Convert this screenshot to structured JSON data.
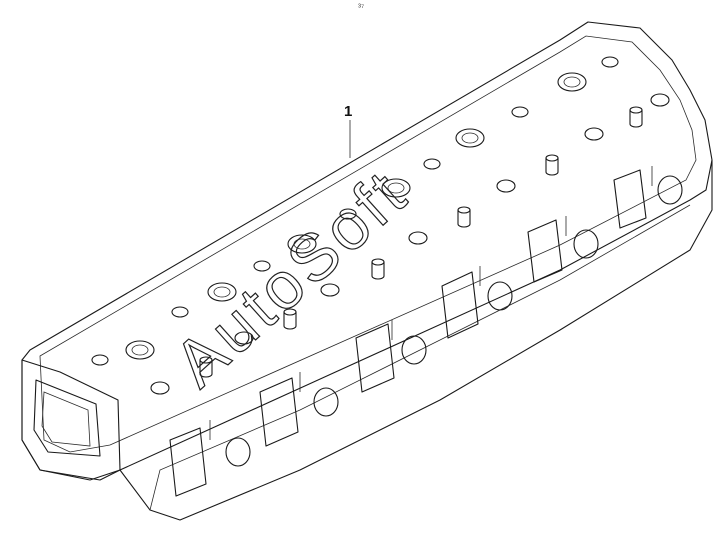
{
  "figure": {
    "top_mark": "³⁷",
    "callouts": [
      {
        "label": "1"
      }
    ],
    "watermark": "AutoSoft"
  },
  "colors": {
    "line": "#1a1a1a",
    "background": "#ffffff"
  }
}
